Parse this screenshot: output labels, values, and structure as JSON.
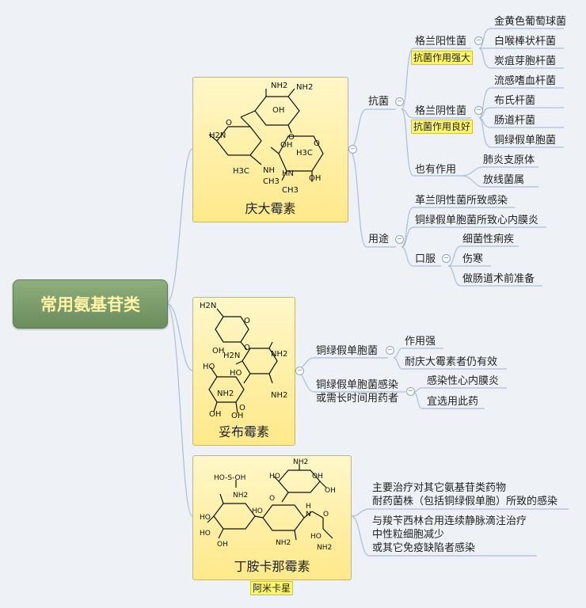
{
  "root": "常用氨基苷类",
  "drugs": {
    "gentamicin": {
      "title": "庆大霉素",
      "antibacterial": "抗菌",
      "gram_pos": "格兰阳性菌",
      "gram_pos_tag": "抗菌作用强大",
      "gram_pos_items": [
        "金黄色葡萄球菌",
        "白喉棒状杆菌",
        "炭疽芽胞杆菌"
      ],
      "gram_neg": "格兰阴性菌",
      "gram_neg_tag": "抗菌作用良好",
      "gram_neg_items": [
        "流感嗜血杆菌",
        "布氏杆菌",
        "肠道杆菌",
        "铜绿假单胞菌"
      ],
      "also": "也有作用",
      "also_items": [
        "肺炎支原体",
        "放线菌属"
      ],
      "use": "用途",
      "use_items": [
        "革兰阴性菌所致感染",
        "铜绿假单胞菌所致心内膜炎"
      ],
      "oral": "口服",
      "oral_items": [
        "细菌性痢疾",
        "伤寒",
        "做肠道术前准备"
      ]
    },
    "tobramycin": {
      "title": "妥布霉素",
      "b1": "铜绿假单胞菌",
      "b1_items": [
        "作用强",
        "耐庆大霉素者仍有效"
      ],
      "b2_line1": "铜绿假单胞菌感染",
      "b2_line2": "或需长时间用药者",
      "b2_items": [
        "感染性心内膜炎",
        "宜选用此药"
      ]
    },
    "amikacin": {
      "title": "丁胺卡那霉素",
      "alias": "阿米卡星",
      "n1_line1": "主要治疗对其它氨基苷类药物",
      "n1_line2": "耐药菌株（包括铜绿假单胞）所致的感染",
      "n2_line1": "与羧苄西林合用连续静脉滴注治疗",
      "n2_line2": "中性粒细胞减少",
      "n2_line3": "或其它免疫缺陷者感染"
    }
  },
  "chem": {
    "nh2": "NH2",
    "oh": "OH",
    "ho": "HO",
    "h2n": "H2N",
    "o": "O",
    "h3c": "H3C",
    "ch3": "CH3",
    "nh": "NH",
    "hn": "HN",
    "n": "N",
    "h": "H",
    "hoso3": "HO-S-OH"
  },
  "icons": {
    "collapse": "collapse-minus-icon"
  },
  "colors": {
    "connector": "#a9bfd9",
    "root_text": "#fff3a6",
    "tag": "#fff66a"
  }
}
